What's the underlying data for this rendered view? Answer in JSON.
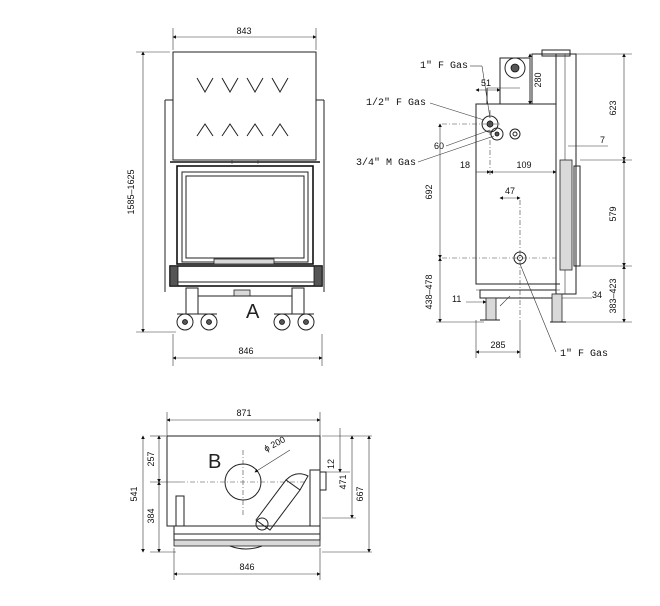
{
  "front_view": {
    "label": "A",
    "dims": {
      "width_top": "843",
      "width_bottom": "846",
      "height": "1585–1625"
    }
  },
  "side_view": {
    "labels": {
      "gas_1f_top": "1\" F Gas",
      "gas_half_f": "1/2\" F Gas",
      "gas_34_m": "3/4\" M Gas",
      "gas_1f_bottom": "1\" F Gas"
    },
    "dims": {
      "d51": "51",
      "d280": "280",
      "d623": "623",
      "d60": "60",
      "d7": "7",
      "d18": "18",
      "d109": "109",
      "d47": "47",
      "d692": "692",
      "d579": "579",
      "d438_478": "438–478",
      "d11": "11",
      "d34": "34",
      "d383_423": "383–423",
      "d285": "285"
    }
  },
  "top_view": {
    "label": "B",
    "dims": {
      "d871": "871",
      "d846": "846",
      "d257": "257",
      "d541": "541",
      "d384": "384",
      "d12": "12",
      "d471": "471",
      "d667": "667",
      "diameter": "ϕ 200"
    }
  }
}
